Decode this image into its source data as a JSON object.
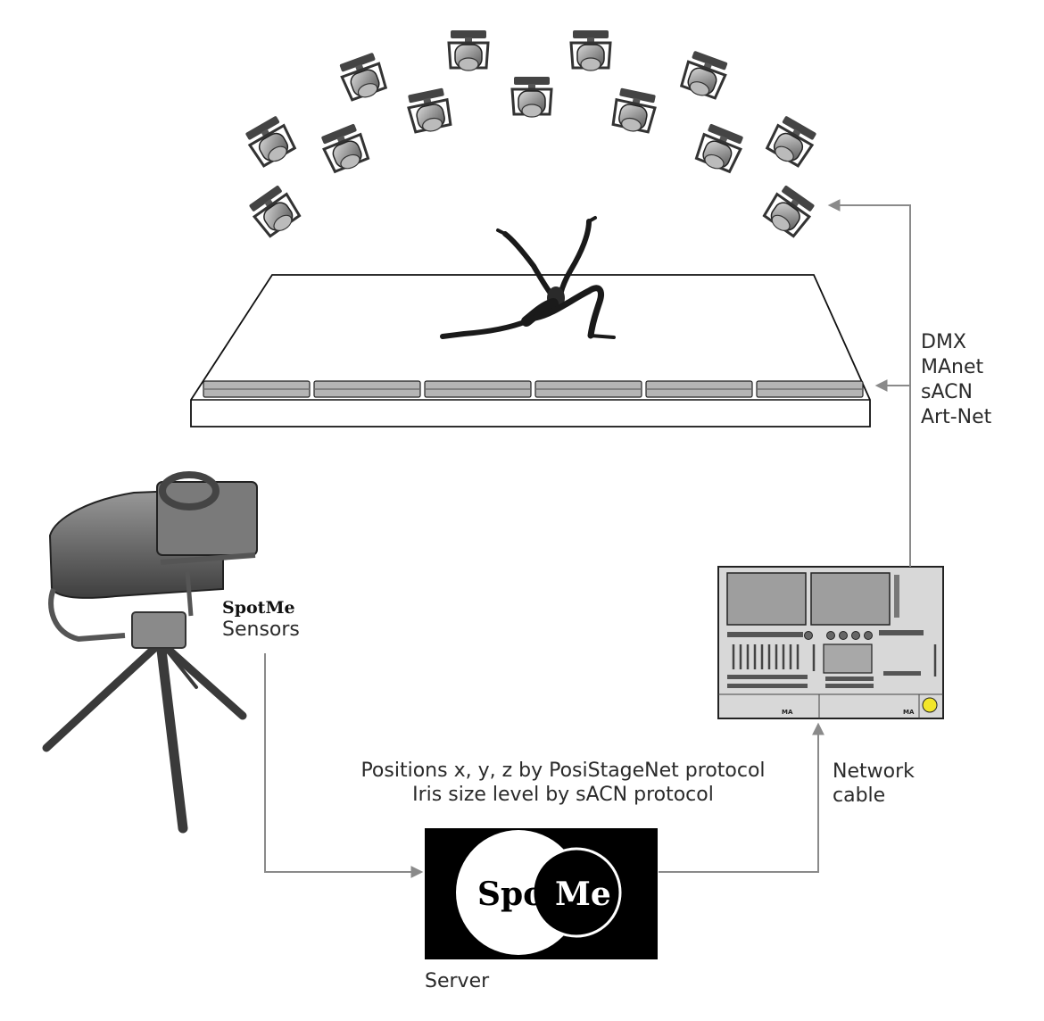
{
  "labels": {
    "protocols": [
      "DMX",
      "MAnet",
      "sACN",
      "Art-Net"
    ],
    "sensor_brand": "SpotMe",
    "sensor_label": "Sensors",
    "positions_line": "Positions x, y, z by PosiStageNet protocol",
    "iris_line": "Iris size level by sACN protocol",
    "network_line1": "Network",
    "network_line2": "cable",
    "server_label": "Server",
    "logo_spot": "Spot",
    "logo_me": "Me",
    "console_badge_left": "MA",
    "console_badge_right": "MA"
  },
  "colors": {
    "arrow": "#8a8a8a",
    "text": "#2a2a2a",
    "console_knob": "#f2e62a"
  }
}
